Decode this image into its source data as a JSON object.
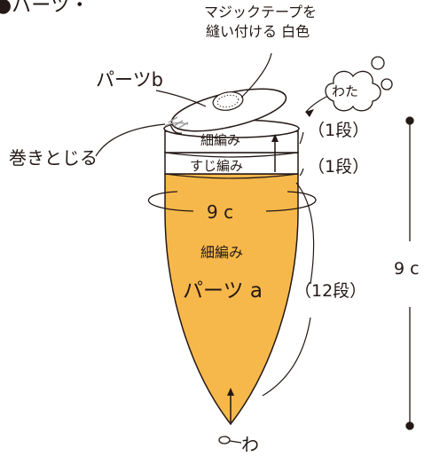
{
  "labels": {
    "heading": "●パーツ・",
    "tape_line1": "マジックテープを",
    "tape_line2": "縫い付ける 白色",
    "part_b": "パーツb",
    "wata": "わた",
    "row_count_1": "（1段）",
    "single_crochet_upper": "細編み",
    "whip_stitch": "巻きとじる",
    "row_count_2": "（1段）",
    "back_loop": "すじ編み",
    "circumference": "9 c",
    "single_crochet_main": "細編み",
    "height": "9 c",
    "part_a": "パーツ a",
    "row_count_3": "（12段）",
    "magic_ring": "わ"
  },
  "colors": {
    "fill": "#f7b84b",
    "line": "#231815",
    "background": "#ffffff"
  }
}
